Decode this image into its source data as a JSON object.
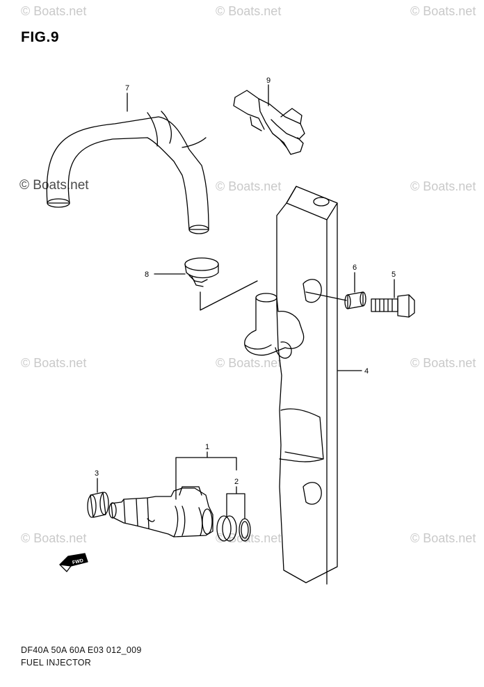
{
  "figure": {
    "title": "FIG.9"
  },
  "watermark": {
    "text": "© Boats.net"
  },
  "parts": [
    {
      "number": "1",
      "part": "fuel-injector"
    },
    {
      "number": "2",
      "part": "o-rings"
    },
    {
      "number": "3",
      "part": "cushion"
    },
    {
      "number": "4",
      "part": "fuel-delivery-pipe"
    },
    {
      "number": "5",
      "part": "bolt"
    },
    {
      "number": "6",
      "part": "collar"
    },
    {
      "number": "7",
      "part": "hose"
    },
    {
      "number": "8",
      "part": "hose-clamp"
    },
    {
      "number": "9",
      "part": "clamp-bracket"
    }
  ],
  "direction": {
    "label": "FWD"
  },
  "footer": {
    "code": "DF40A 50A 60A E03 012_009",
    "title": "FUEL INJECTOR"
  },
  "colors": {
    "line": "#000000",
    "watermark": "#c9c9c9"
  }
}
